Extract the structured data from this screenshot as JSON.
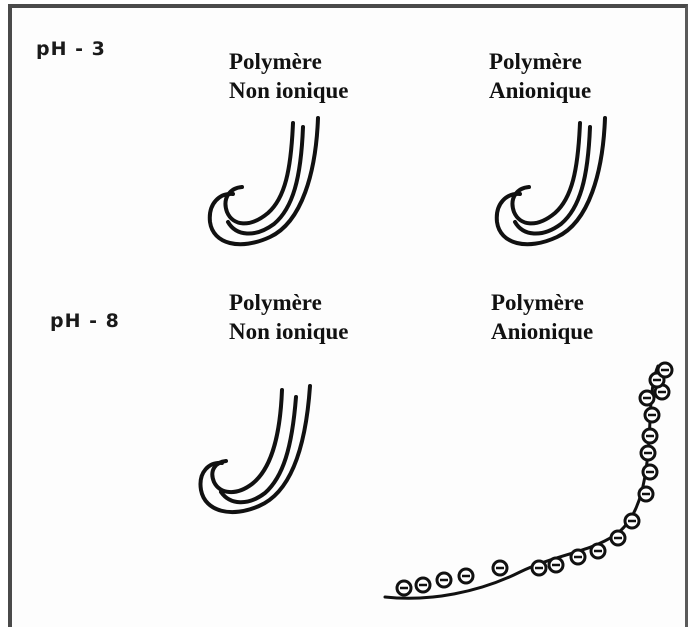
{
  "panels": [
    {
      "ph": "pH - 3",
      "left_label": [
        "Polymère",
        "Non ionique"
      ],
      "right_label": [
        "Polymère",
        "Anionique"
      ]
    },
    {
      "ph": "pH - 8",
      "left_label": [
        "Polymère",
        "Non ionique"
      ],
      "right_label": [
        "Polymère",
        "Anionique"
      ]
    }
  ],
  "colors": {
    "stroke": "#111111",
    "frame": "#4a4a4a"
  }
}
